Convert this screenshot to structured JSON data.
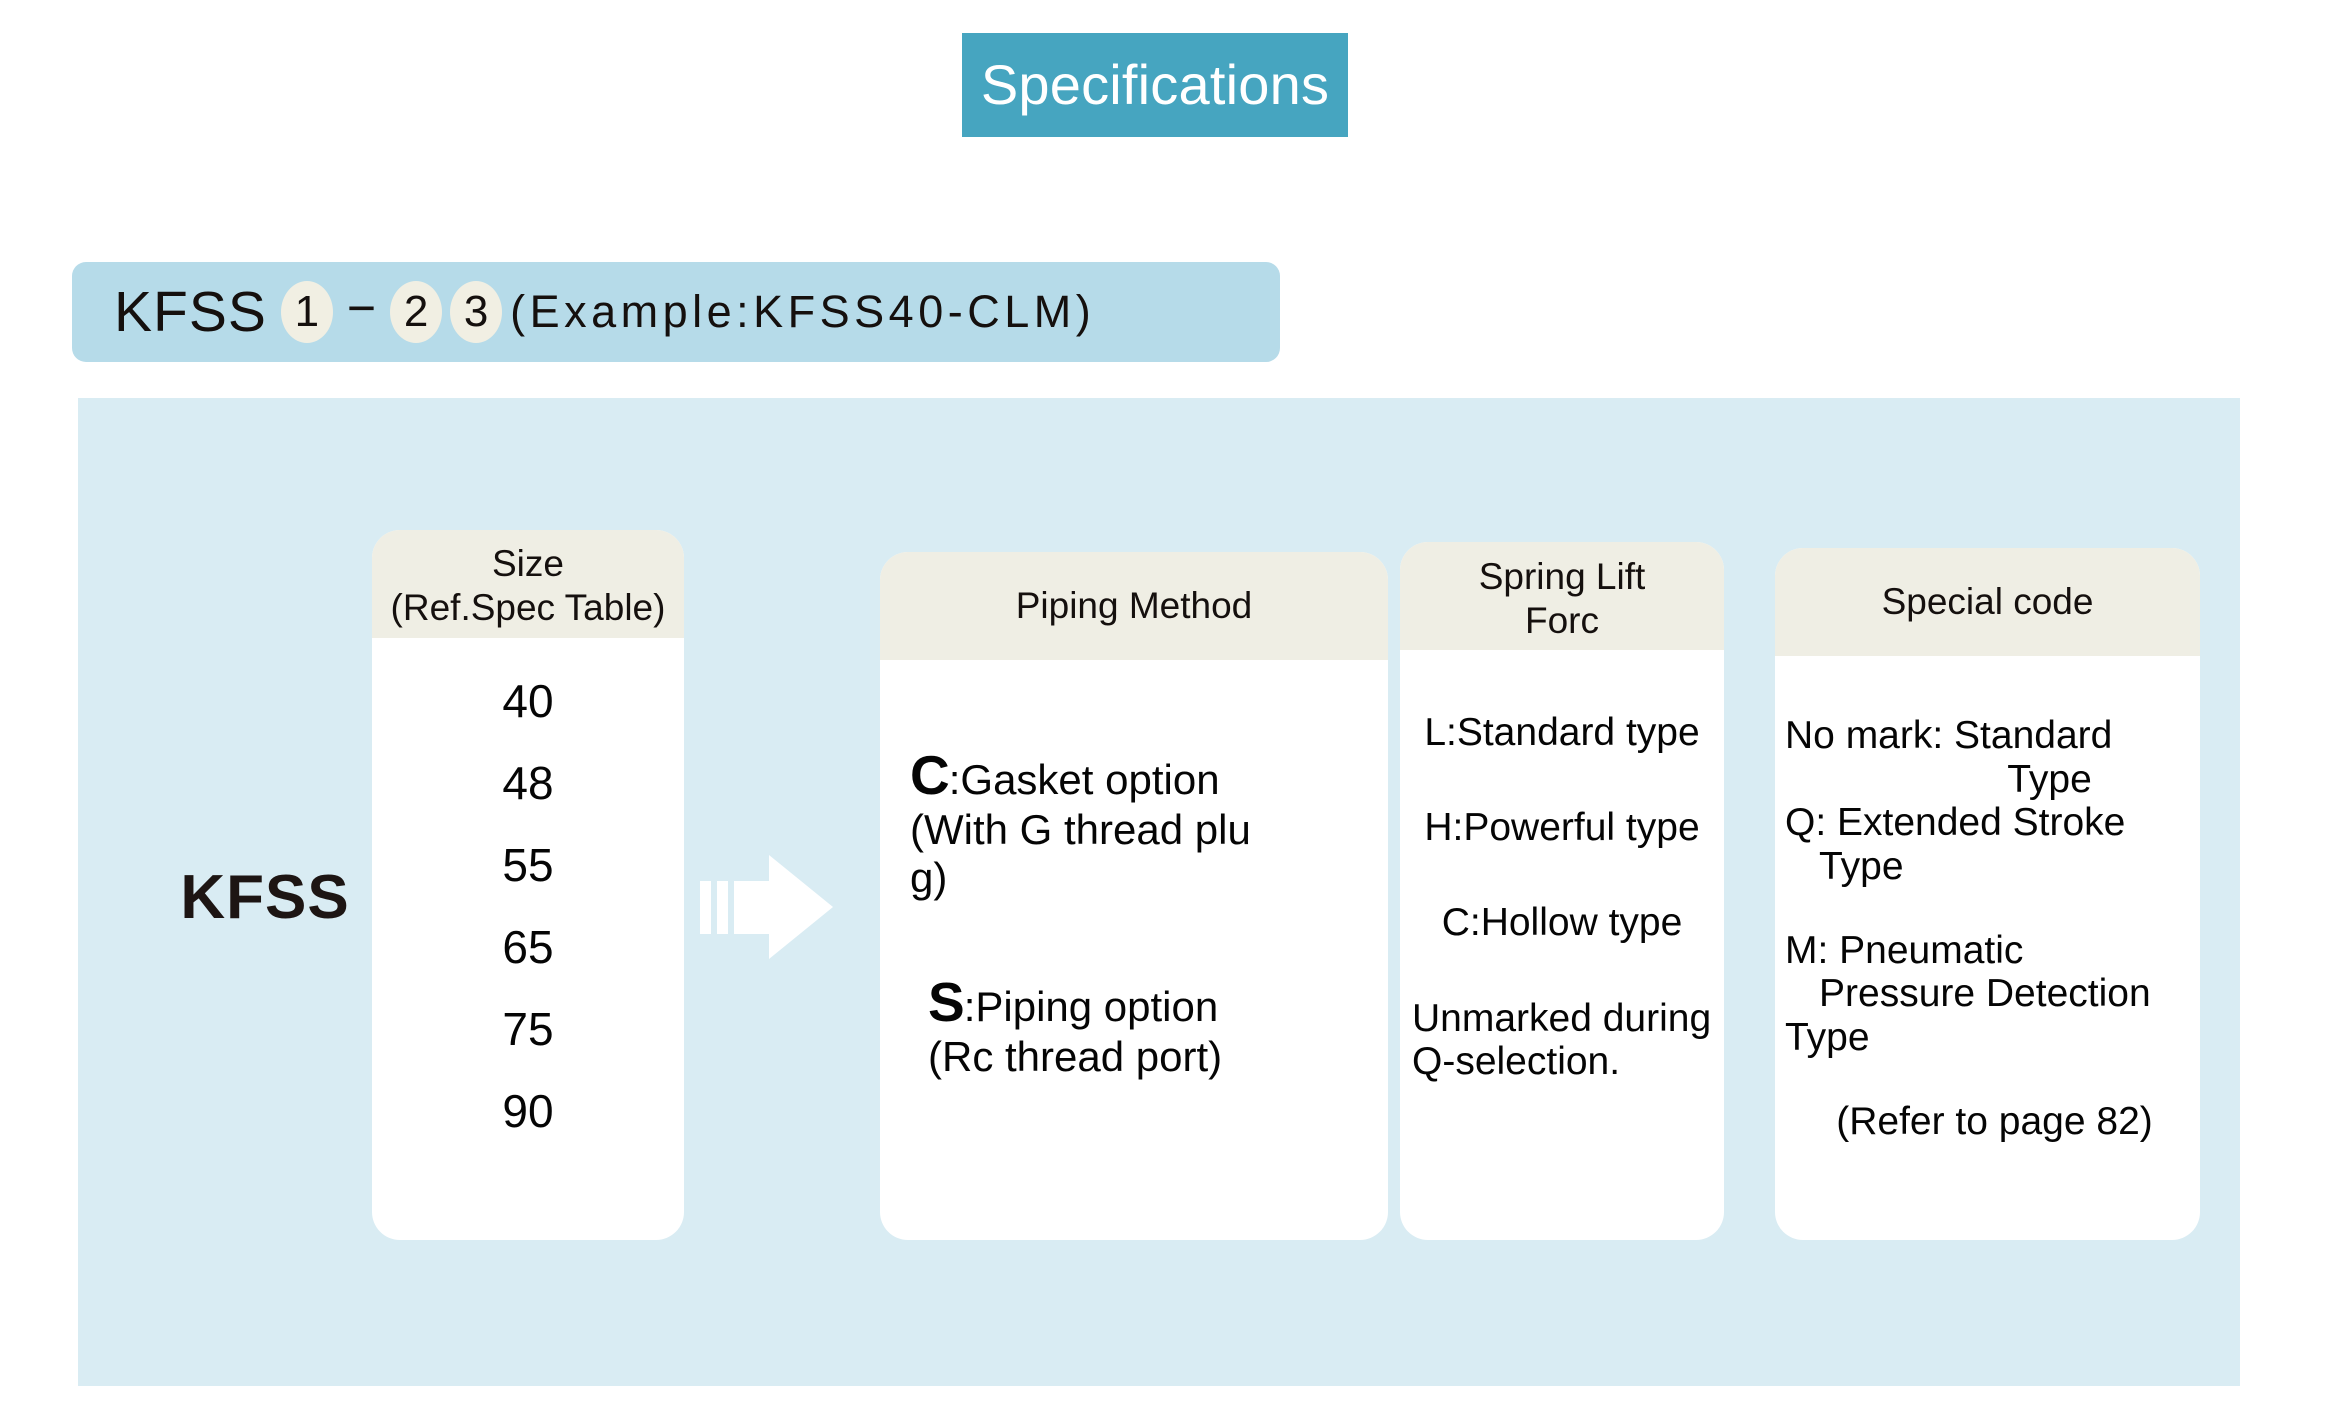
{
  "header": {
    "title": "Specifications"
  },
  "code_banner": {
    "prefix": "KFSS",
    "marker_1": "1",
    "dash": "−",
    "marker_2": "2",
    "marker_3": "3",
    "example": "(Example:KFSS40-CLM)"
  },
  "diagram": {
    "series_label": "KFSS",
    "arrow_icon": "right-arrow-motion-icon",
    "panel_color": "#d9ecf3",
    "banner_color": "#b6dbe9",
    "title_color": "#46a5c0",
    "card_header_color": "#efeee4",
    "card_body_color": "#ffffff"
  },
  "cards": {
    "size": {
      "title_line1": "Size",
      "title_line2": "(Ref.Spec Table)",
      "values": [
        "40",
        "48",
        "55",
        "65",
        "75",
        "90"
      ]
    },
    "piping": {
      "title": "Piping Method",
      "options": [
        {
          "code": "C",
          "sep": ":",
          "label": "Gasket option",
          "detail_line1": "(With G thread plu",
          "detail_line2": "g)"
        },
        {
          "code": "S",
          "sep": ":",
          "label": "Piping option",
          "detail_line1": "(Rc thread port)",
          "detail_line2": ""
        }
      ]
    },
    "spring": {
      "title_line1": "Spring Lift",
      "title_line2": "Forc",
      "options": [
        "L:Standard type",
        "H:Powerful type",
        "C:Hollow type"
      ],
      "note_line1": "Unmarked during",
      "note_line2": "Q-selection."
    },
    "special": {
      "title": "Special code",
      "lines": [
        "No mark: Standard",
        "Type",
        "Q: Extended Stroke",
        "Type",
        "M: Pneumatic",
        "Pressure Detection",
        "Type",
        "(Refer to page 82)"
      ]
    }
  }
}
